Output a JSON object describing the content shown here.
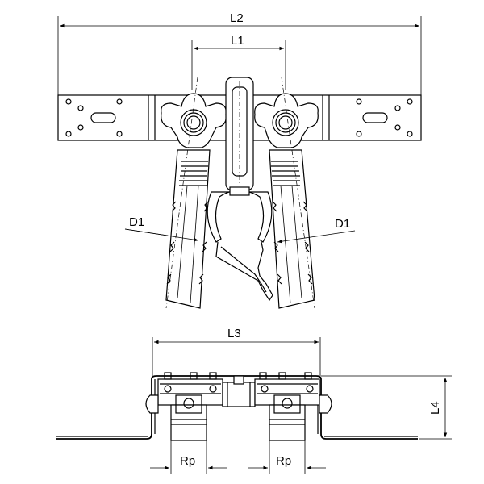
{
  "drawing": {
    "dimensions": {
      "l2": "L2",
      "l1": "L1",
      "d1_left": "D1",
      "d1_right": "D1",
      "l3": "L3",
      "l4": "L4",
      "rp_left": "Rp",
      "rp_right": "Rp"
    },
    "line_color": "#000000",
    "background": "#ffffff"
  }
}
